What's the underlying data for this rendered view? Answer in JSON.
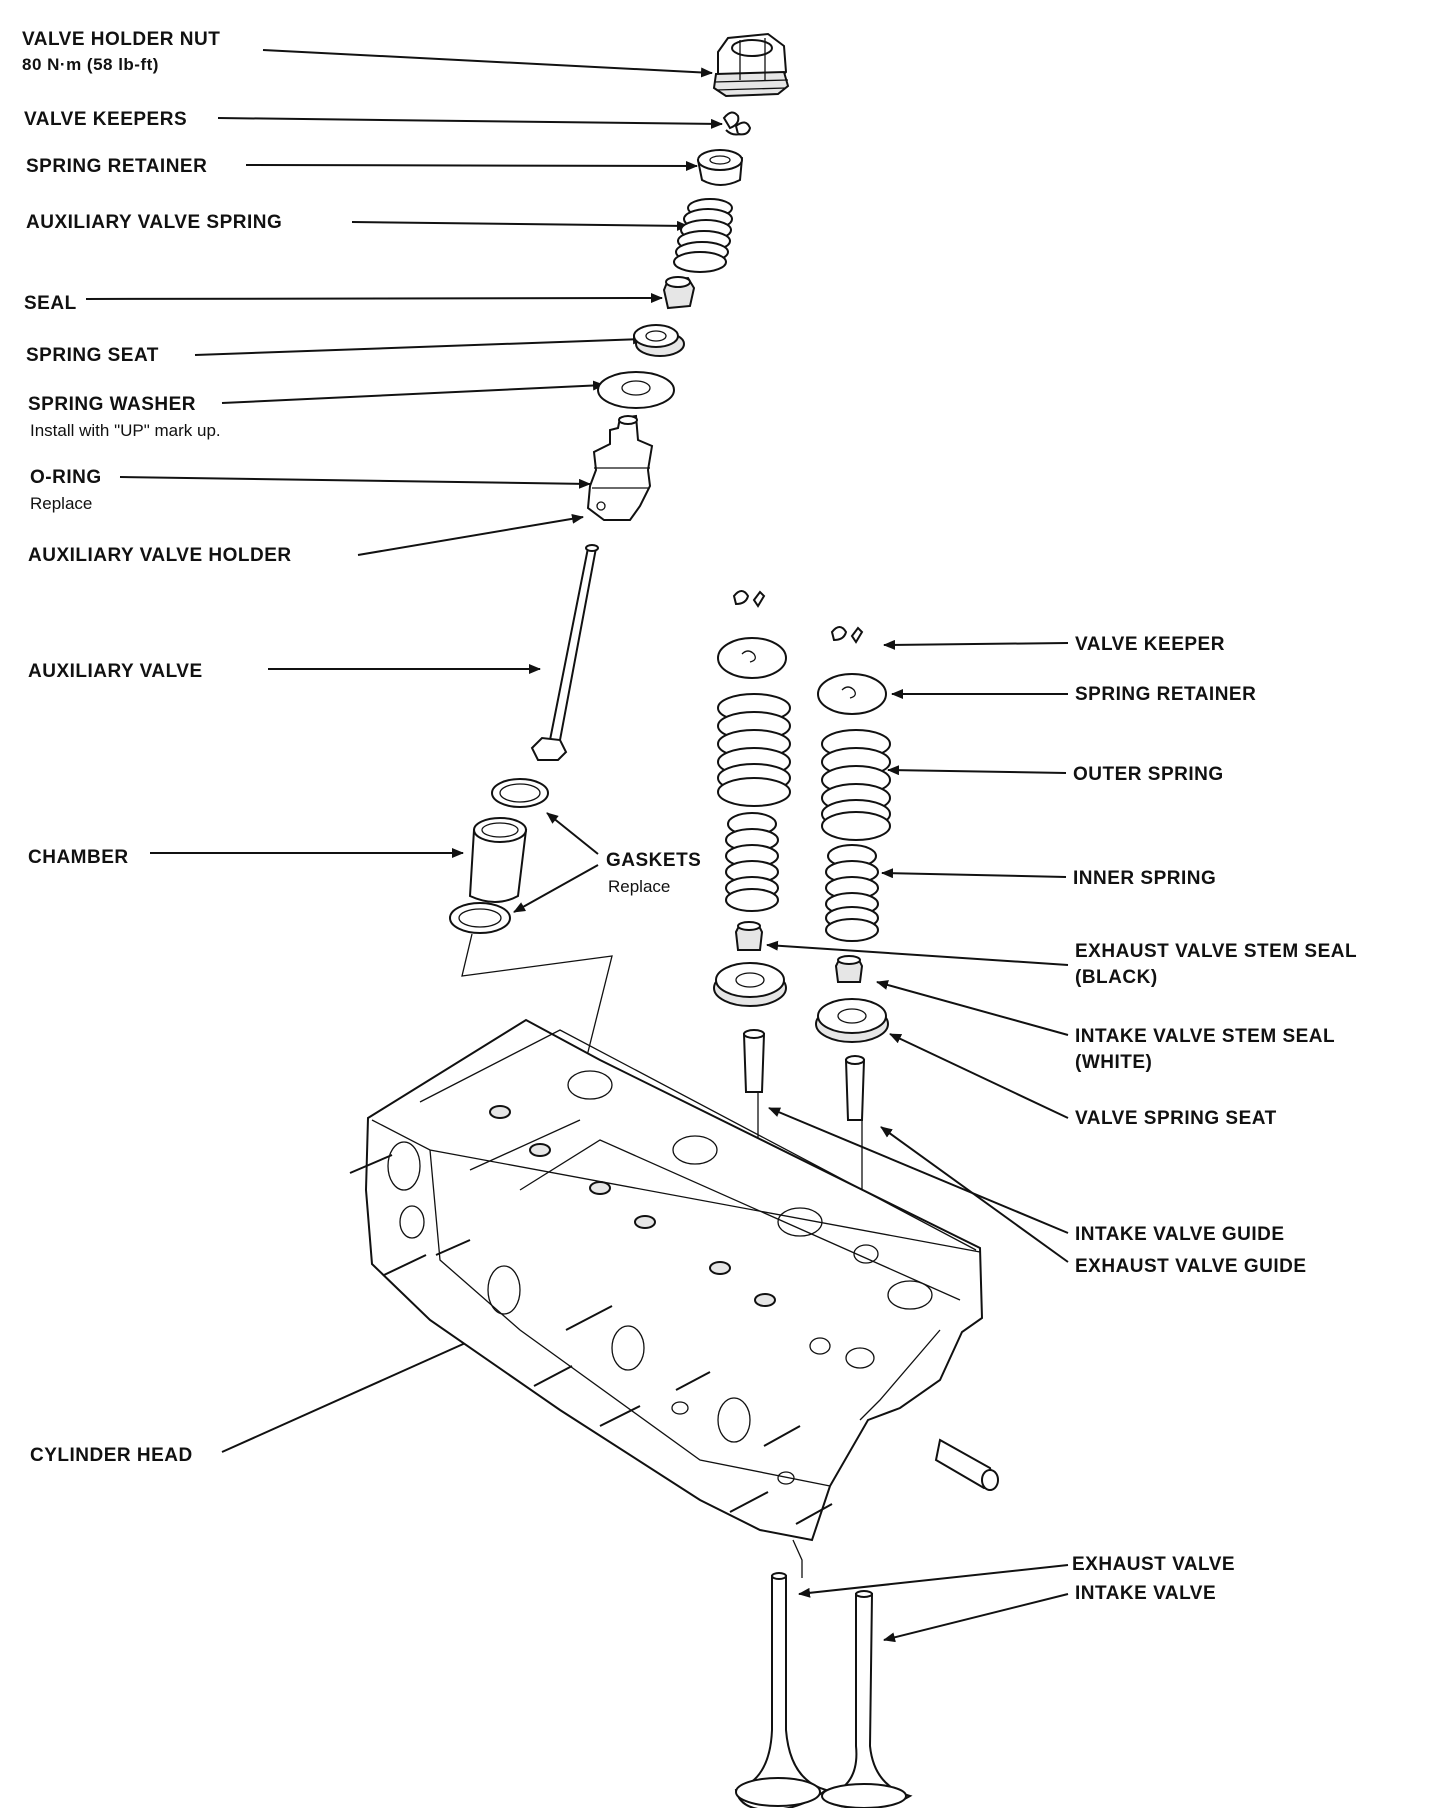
{
  "labels": {
    "valve_holder_nut": "VALVE HOLDER NUT",
    "valve_holder_nut_torque": "80 N·m (58 lb-ft)",
    "valve_keepers": "VALVE KEEPERS",
    "spring_retainer_left": "SPRING RETAINER",
    "auxiliary_valve_spring": "AUXILIARY VALVE SPRING",
    "seal": "SEAL",
    "spring_seat": "SPRING SEAT",
    "spring_washer": "SPRING WASHER",
    "spring_washer_note": "Install with \"UP\" mark up.",
    "o_ring": "O-RING",
    "o_ring_note": "Replace",
    "auxiliary_valve_holder": "AUXILIARY VALVE HOLDER",
    "auxiliary_valve": "AUXILIARY VALVE",
    "chamber": "CHAMBER",
    "gaskets": "GASKETS",
    "gaskets_note": "Replace",
    "valve_keeper": "VALVE KEEPER",
    "spring_retainer_right": "SPRING RETAINER",
    "outer_spring": "OUTER SPRING",
    "inner_spring": "INNER SPRING",
    "exhaust_valve_stem_seal": "EXHAUST VALVE STEM SEAL",
    "exhaust_valve_stem_seal_color": "(BLACK)",
    "intake_valve_stem_seal": "INTAKE VALVE STEM SEAL",
    "intake_valve_stem_seal_color": "(WHITE)",
    "valve_spring_seat": "VALVE SPRING SEAT",
    "intake_valve_guide": "INTAKE VALVE GUIDE",
    "exhaust_valve_guide": "EXHAUST VALVE GUIDE",
    "cylinder_head": "CYLINDER HEAD",
    "exhaust_valve": "EXHAUST VALVE",
    "intake_valve": "INTAKE VALVE"
  }
}
